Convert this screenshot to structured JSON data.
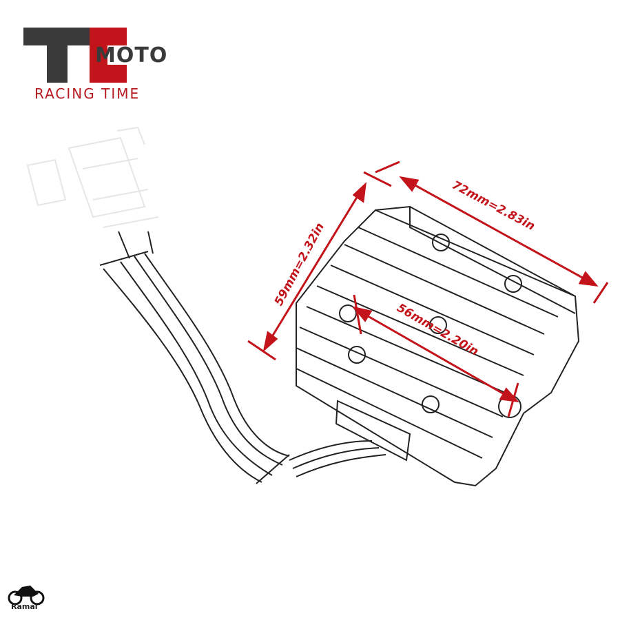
{
  "brand": {
    "logo_letters": "TC",
    "logo_wordmark": "MOTO",
    "tagline": "RACING TIME",
    "accent_color": "#c4141b",
    "logo_color": "#3a3a3a"
  },
  "dimensions": {
    "length": "72mm=2.83in",
    "width": "59mm=2.32in",
    "hole_spacing": "56mm=2.20in"
  },
  "footer": {
    "brand_label": "Ramai",
    "icon": "motorcycle-icon"
  },
  "product": {
    "icon": "voltage-regulator-rectifier-drawing"
  }
}
